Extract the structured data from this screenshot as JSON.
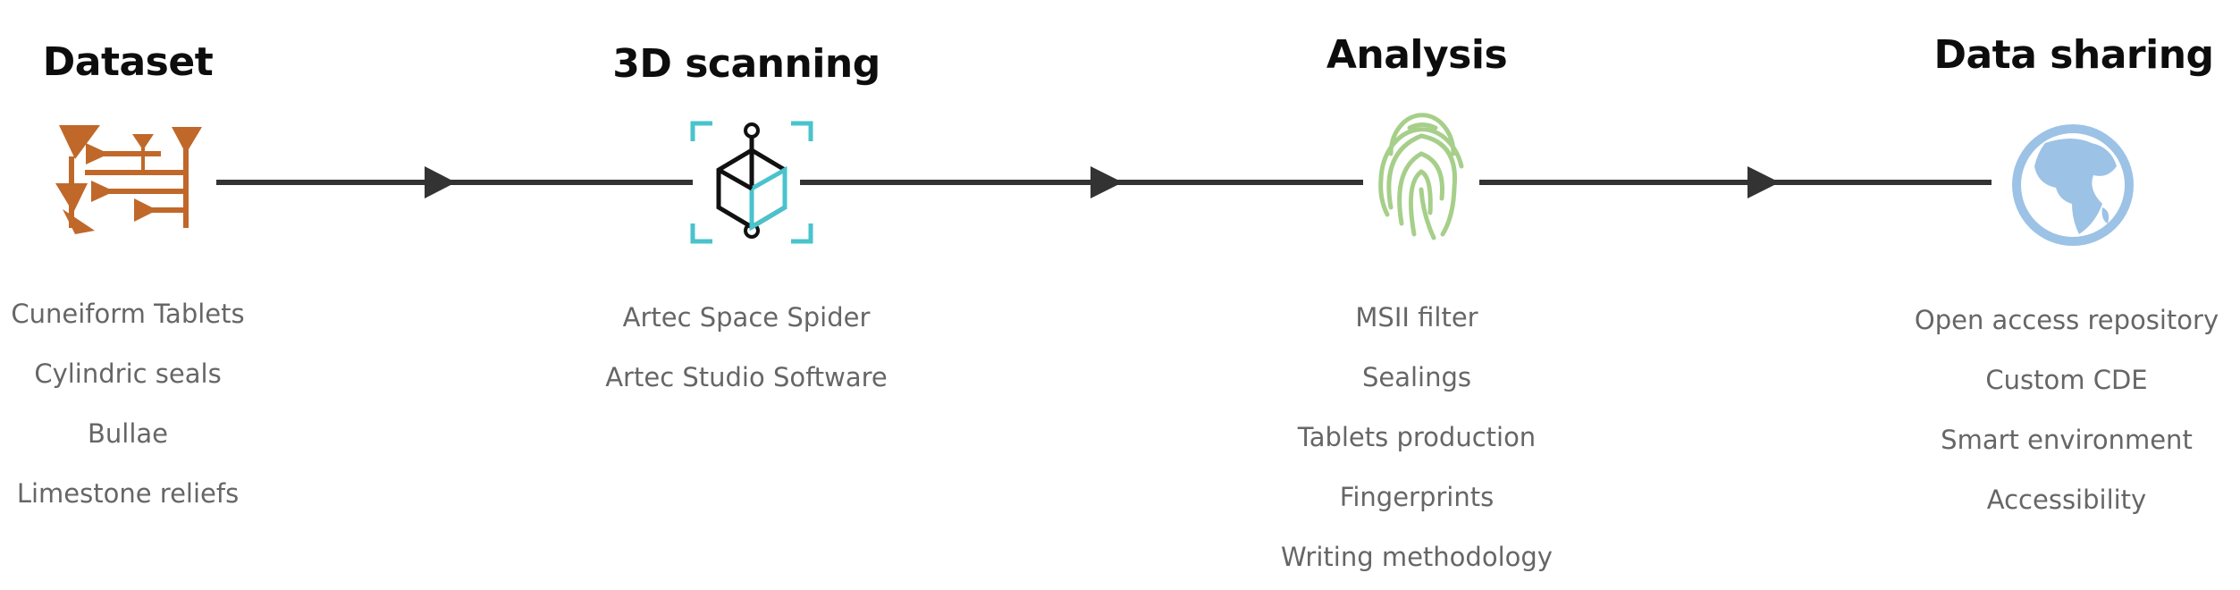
{
  "steps": [
    {
      "title": "Dataset",
      "icon": "cuneiform-icon",
      "items": [
        "Cuneiform Tablets",
        "Cylindric seals",
        "Bullae",
        "Limestone reliefs"
      ]
    },
    {
      "title": "3D scanning",
      "icon": "3d-scan-cube-icon",
      "items": [
        "Artec Space Spider",
        "Artec Studio Software"
      ]
    },
    {
      "title": "Analysis",
      "icon": "fingerprint-icon",
      "items": [
        "MSII filter",
        "Sealings",
        "Tablets production",
        "Fingerprints",
        "Writing methodology"
      ]
    },
    {
      "title": "Data sharing",
      "icon": "globe-icon",
      "items": [
        "Open access repository",
        "Custom CDE",
        "Smart environment",
        "Accessibility"
      ]
    }
  ],
  "colors": {
    "connector": "#333333",
    "cuneiform": "#c0682a",
    "scan_frame": "#49c3cc",
    "scan_cube": "#111111",
    "fingerprint": "#a6cf8a",
    "globe": "#9cc2e6",
    "title": "#0d0d0d",
    "item_text": "#666666"
  }
}
